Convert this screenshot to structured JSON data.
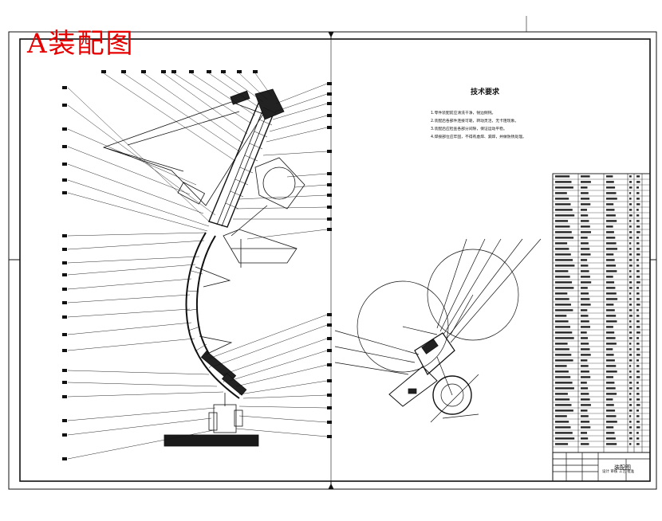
{
  "stamp": {
    "text": "A装配图",
    "color": "#e60000"
  },
  "requirements": {
    "title": "技术要求",
    "items": [
      "1.零件装配前应清洗干净，锐边倒钝。",
      "2.装配后各部件连接可靠，转动灵活，无卡阻现象。",
      "3.装配后应检查各部分间隙，保证运动平稳。",
      "4.焊接部位应牢固，不得有虚焊、漏焊，并做防锈处理。"
    ]
  },
  "title_block": {
    "drawing_name": "装配图",
    "caption": "设计 审核 工艺 批准"
  },
  "colors": {
    "line": "#111111",
    "stamp": "#e60000"
  }
}
